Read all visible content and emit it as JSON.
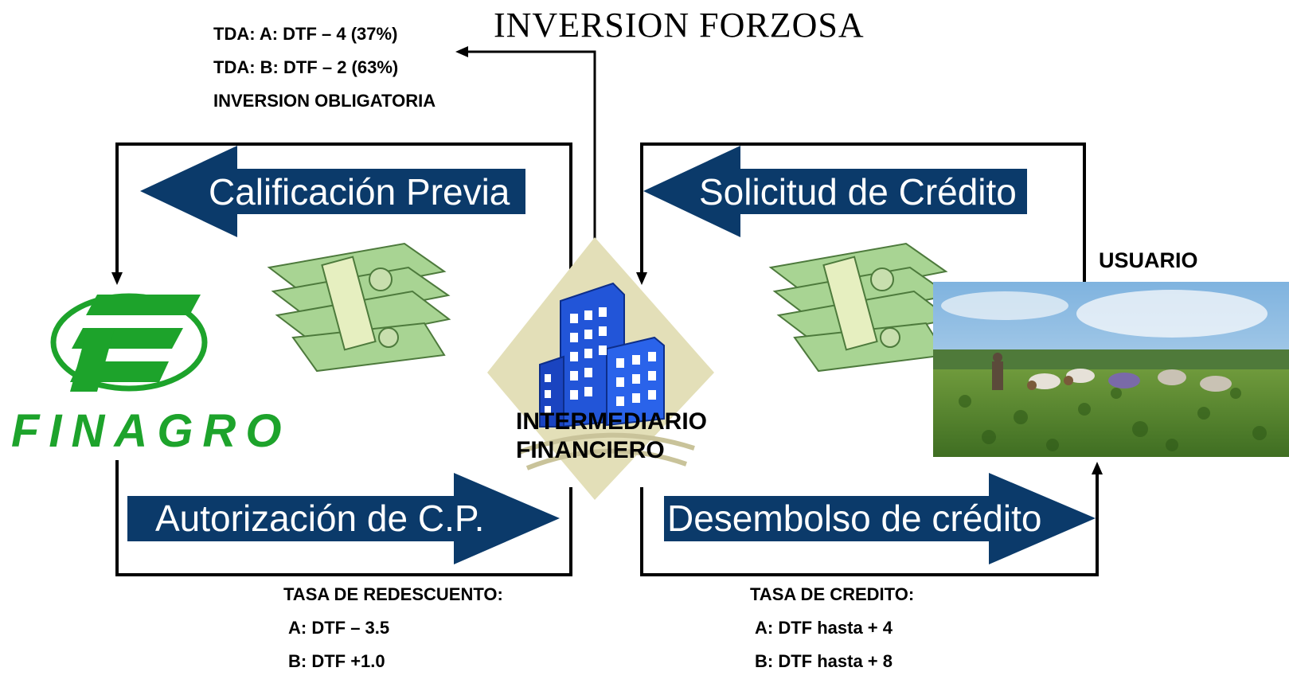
{
  "title": "INVERSION FORZOSA",
  "inversion": {
    "line_a": "TDA: A: DTF – 4  (37%)",
    "line_b": "TDA: B: DTF  – 2 (63%)",
    "line_c": "INVERSION OBLIGATORIA"
  },
  "arrows": {
    "calificacion": "Calificación Previa",
    "solicitud": "Solicitud de Crédito",
    "autorizacion": "Autorización de C.P.",
    "desembolso": "Desembolso de crédito"
  },
  "finagro": {
    "name": "FINAGRO"
  },
  "intermediario": {
    "line1": "INTERMEDIARIO",
    "line2": "FINANCIERO"
  },
  "usuario": {
    "label": "USUARIO"
  },
  "redescuento": {
    "title": "TASA DE REDESCUENTO:",
    "a": "A: DTF – 3.5",
    "b": "B: DTF +1.0"
  },
  "credito": {
    "title": "TASA DE CREDITO:",
    "a": "A: DTF hasta +  4",
    "b": "B: DTF  hasta + 8"
  },
  "colors": {
    "arrow_fill": "#0b3a6a",
    "finagro_green": "#1da32b",
    "building_blue": "#2255d8",
    "diamond_beige": "#e3dfb8",
    "money_green": "#8fc07a"
  },
  "icons": {
    "finagro_logo": "finagro-logo-icon",
    "money": "money-stack-icon",
    "building": "building-icon",
    "farm_photo": "farm-field-photo"
  }
}
